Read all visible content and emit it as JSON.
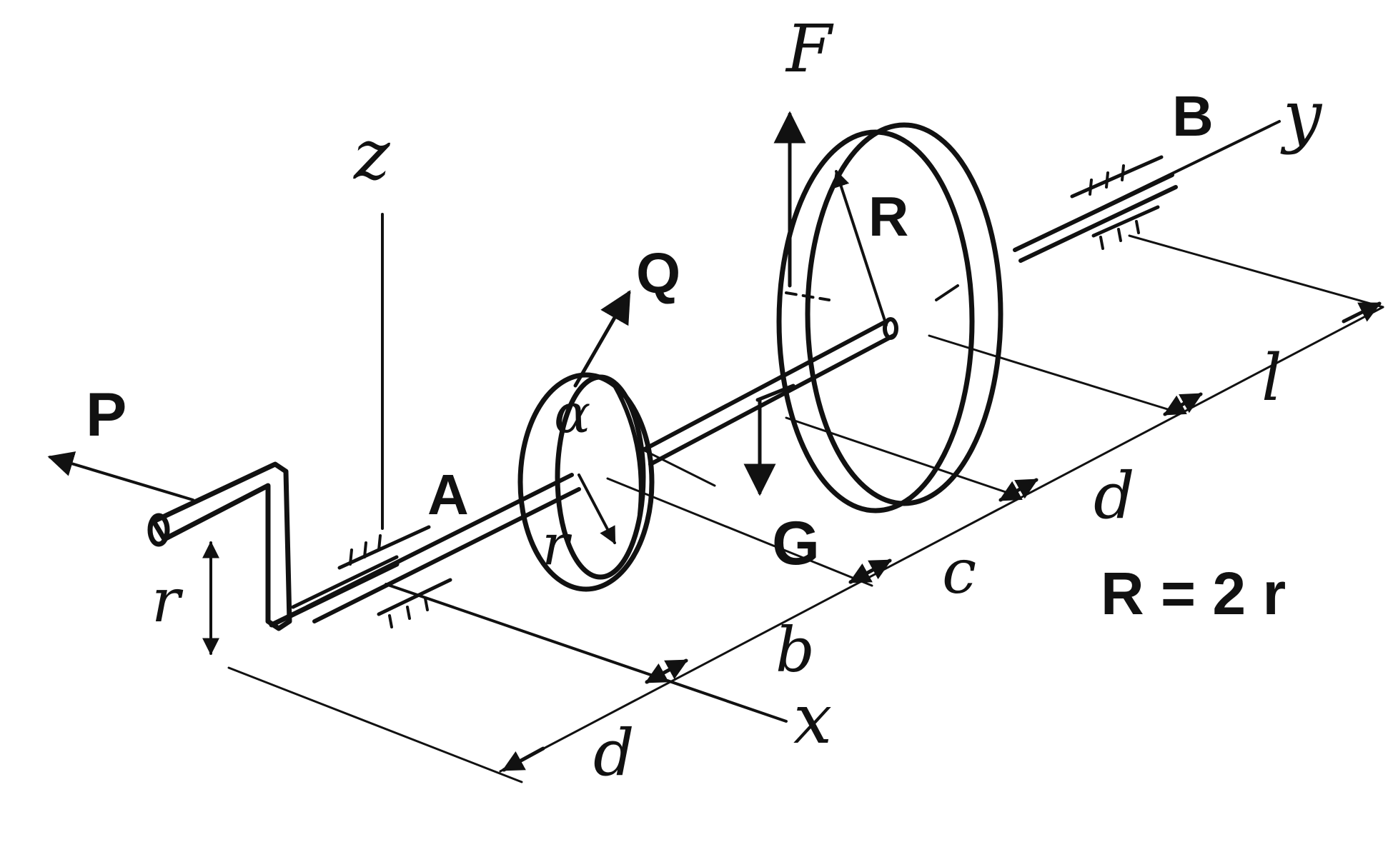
{
  "labels": {
    "force_p": "P",
    "force_f": "F",
    "force_q": "Q",
    "force_g": "G",
    "axis_z": "z",
    "axis_y": "y",
    "axis_x": "x",
    "point_a": "A",
    "point_b": "B",
    "radius_large": "R",
    "radius_small": "r",
    "crank_offset": "r",
    "angle_alpha": "α",
    "dim_d_bottom": "d",
    "dim_b": "b",
    "dim_c": "c",
    "dim_d_top": "d",
    "dim_l": "l",
    "relation": "R = 2 r"
  },
  "colors": {
    "ink": "#111111",
    "paper": "#ffffff"
  }
}
